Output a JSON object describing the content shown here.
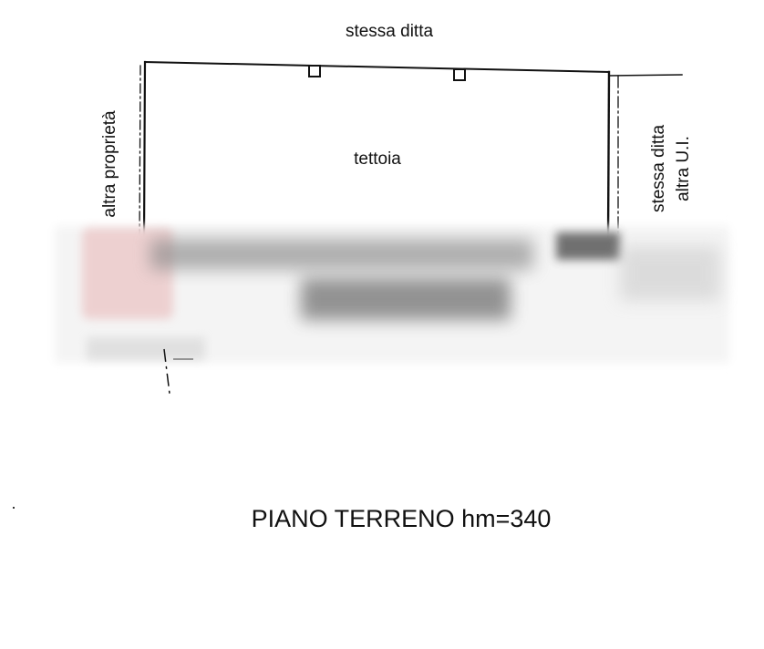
{
  "labels": {
    "top_neighbor": "stessa ditta",
    "left_neighbor": "altra proprietà",
    "room": "tettoia",
    "right_neighbor_line1": "stessa ditta",
    "right_neighbor_line2": "altra U.I.",
    "floor_title": "PIANO TERRENO hm=340"
  },
  "colors": {
    "line": "#111111",
    "redaction_tint": "#e8b4b4"
  }
}
